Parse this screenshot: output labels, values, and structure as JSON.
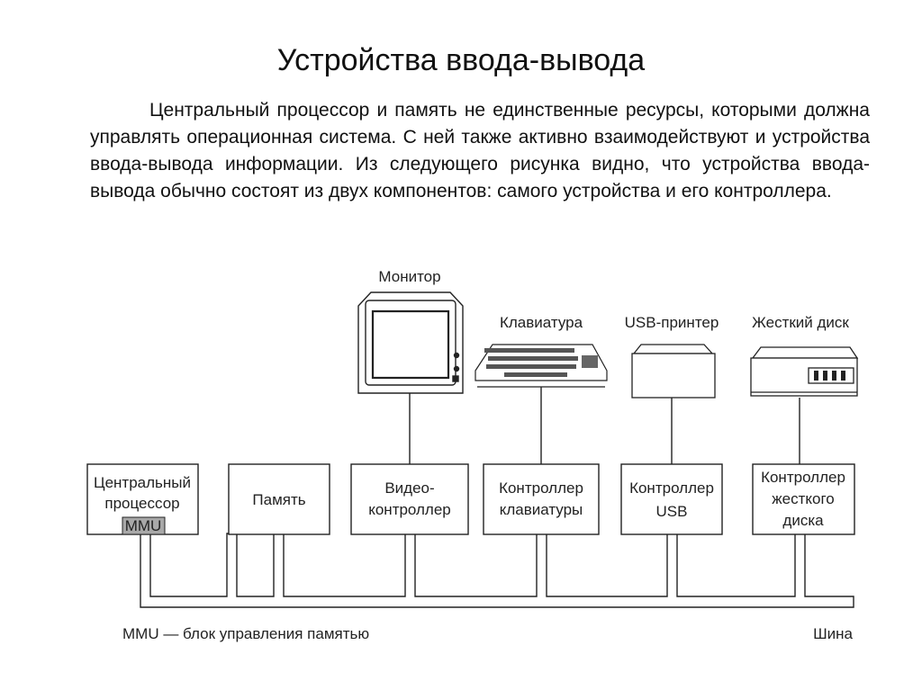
{
  "title": "Устройства ввода-вывода",
  "paragraph": "Центральный процессор и память не единственные ресурсы, которыми должна управлять операционная система. С ней также активно взаимодействуют и устройства ввода-вывода информации. Из следующего рисунка видно, что устройства ввода-вывода обычно состоят из двух компонентов: самого устройства и его контроллера.",
  "diagram": {
    "devices": {
      "monitor": "Монитор",
      "keyboard": "Клавиатура",
      "printer": "USB-принтер",
      "hdd": "Жесткий диск"
    },
    "boxes": {
      "cpu": [
        "Центральный",
        "процессор"
      ],
      "mmu": "MMU",
      "memory": "Память",
      "video": [
        "Видео-",
        "контроллер"
      ],
      "kbd_ctrl": [
        "Контроллер",
        "клавиатуры"
      ],
      "usb_ctrl": [
        "Контроллер",
        "USB"
      ],
      "hdd_ctrl": [
        "Контроллер",
        "жесткого",
        "диска"
      ]
    },
    "legend": "MMU — блок управления памятью",
    "bus_label": "Шина"
  }
}
